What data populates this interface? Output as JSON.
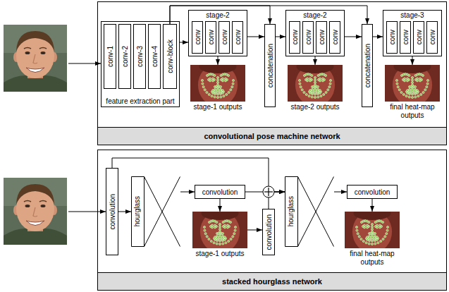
{
  "diagram": {
    "nodes": [
      {
        "text": [
          "convolutional pose machine network"
        ]
      },
      {
        "text": [
          "feature extraction part"
        ],
        "in": 0
      },
      {
        "text": [
          "conv-1"
        ],
        "in": 1
      },
      {
        "text": [
          "conv-2"
        ],
        "in": 1
      },
      {
        "text": [
          "conv-3"
        ],
        "in": 1
      },
      {
        "text": [
          "conv-4"
        ],
        "in": 1
      },
      {
        "text": [
          "conv-block"
        ],
        "in": 1
      },
      {
        "text": [
          "stage-2"
        ],
        "in": 0
      },
      {
        "text": [
          "conv"
        ],
        "in": 7
      },
      {
        "text": [
          "conv"
        ],
        "in": 7
      },
      {
        "text": [
          "conv"
        ],
        "in": 7
      },
      {
        "text": [
          "conv"
        ],
        "in": 7
      },
      {
        "text": [
          "stage-1 outputs"
        ],
        "in": 0
      },
      {
        "text": [
          "concatenation"
        ],
        "in": 0
      },
      {
        "text": [
          "stage-2"
        ],
        "in": 0
      },
      {
        "text": [
          "conv"
        ],
        "in": 14
      },
      {
        "text": [
          "conv"
        ],
        "in": 14
      },
      {
        "text": [
          "conv"
        ],
        "in": 14
      },
      {
        "text": [
          "conv"
        ],
        "in": 14
      },
      {
        "text": [
          "stage-2 outputs"
        ],
        "in": 0
      },
      {
        "text": [
          "concatenation"
        ],
        "in": 0
      },
      {
        "text": [
          "stage-3"
        ],
        "in": 0
      },
      {
        "text": [
          "conv"
        ],
        "in": 21
      },
      {
        "text": [
          "conv"
        ],
        "in": 21
      },
      {
        "text": [
          "conv"
        ],
        "in": 21
      },
      {
        "text": [
          "conv"
        ],
        "in": 21
      },
      {
        "text": [
          "final heat-map outputs"
        ],
        "in": 0
      },
      {
        "text": [
          "stacked hourglass network"
        ]
      },
      {
        "text": [
          "convolution"
        ],
        "in": 27
      },
      {
        "text": [
          "hourglass"
        ],
        "in": 27
      },
      {
        "text": [
          "convolution"
        ],
        "in": 27
      },
      {
        "text": [
          "stage-1 outputs"
        ],
        "in": 27
      },
      {
        "text": [
          "convolution"
        ],
        "in": 27
      },
      {
        "text": [
          "hourglass"
        ],
        "in": 27
      },
      {
        "text": [
          "convolution"
        ],
        "in": 27
      },
      {
        "text": [
          "final heat-map outputs"
        ],
        "in": 27
      }
    ],
    "edges": [
      {
        "from": 1,
        "to": 7,
        "arrow": "to"
      },
      {
        "from": 6,
        "to": 13,
        "arrow": "to"
      },
      {
        "from": 6,
        "to": 20,
        "arrow": "to"
      },
      {
        "from": 7,
        "to": 12,
        "arrow": "to"
      },
      {
        "from": 7,
        "to": 13,
        "arrow": "to"
      },
      {
        "from": 13,
        "to": 14,
        "arrow": "to"
      },
      {
        "from": 14,
        "to": 19,
        "arrow": "to"
      },
      {
        "from": 14,
        "to": 20,
        "arrow": "to"
      },
      {
        "from": 20,
        "to": 21,
        "arrow": "to"
      },
      {
        "from": 21,
        "to": 26,
        "arrow": "to"
      },
      {
        "from": 28,
        "to": 29,
        "arrow": "to"
      },
      {
        "from": 28,
        "to": 33,
        "arrow": "to"
      },
      {
        "from": 29,
        "to": 30,
        "arrow": "to"
      },
      {
        "from": 30,
        "to": 31,
        "arrow": "to"
      },
      {
        "from": 30,
        "to": 33,
        "arrow": "to"
      },
      {
        "from": 31,
        "to": 32,
        "arrow": "to"
      },
      {
        "from": 32,
        "to": 33,
        "arrow": "to"
      },
      {
        "from": 33,
        "to": 34,
        "arrow": "to"
      },
      {
        "from": 34,
        "to": 35,
        "arrow": "to"
      }
    ]
  }
}
